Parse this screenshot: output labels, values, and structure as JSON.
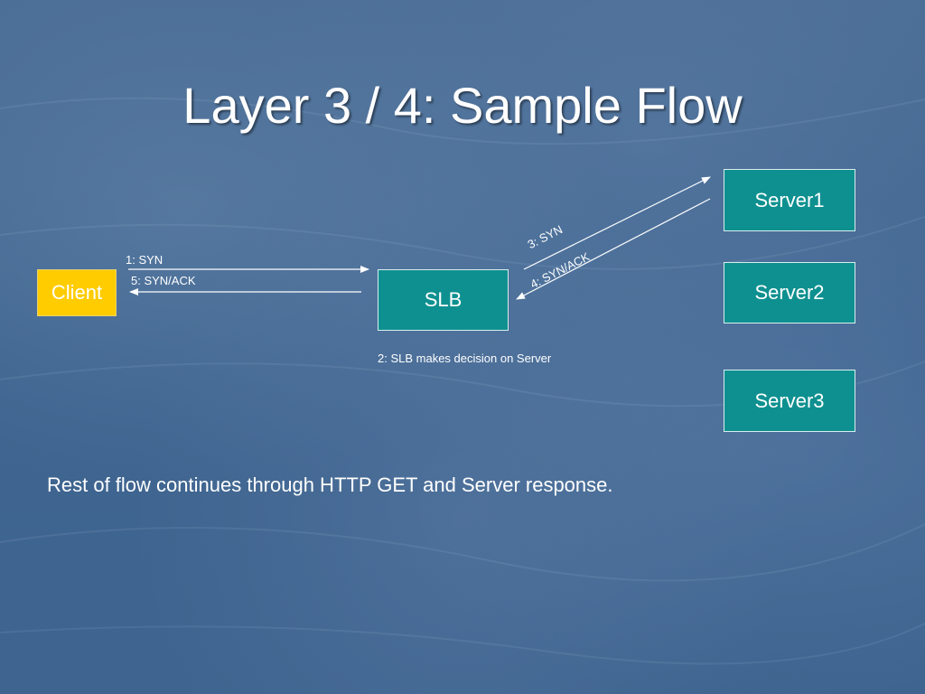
{
  "slide": {
    "title": "Layer 3 / 4: Sample Flow",
    "footer_text": "Rest of flow continues through HTTP GET and Server response."
  },
  "nodes": {
    "client": "Client",
    "slb": "SLB",
    "server1": "Server1",
    "server2": "Server2",
    "server3": "Server3"
  },
  "flow_labels": {
    "step1": "1: SYN",
    "step2": "2: SLB makes decision on Server",
    "step3": "3: SYN",
    "step4": "4: SYN/ACK",
    "step5": "5: SYN/ACK"
  },
  "colors": {
    "background": "#44688f",
    "server_fill": "#0f9090",
    "client_fill": "#ffcc00",
    "text": "#ffffff"
  }
}
